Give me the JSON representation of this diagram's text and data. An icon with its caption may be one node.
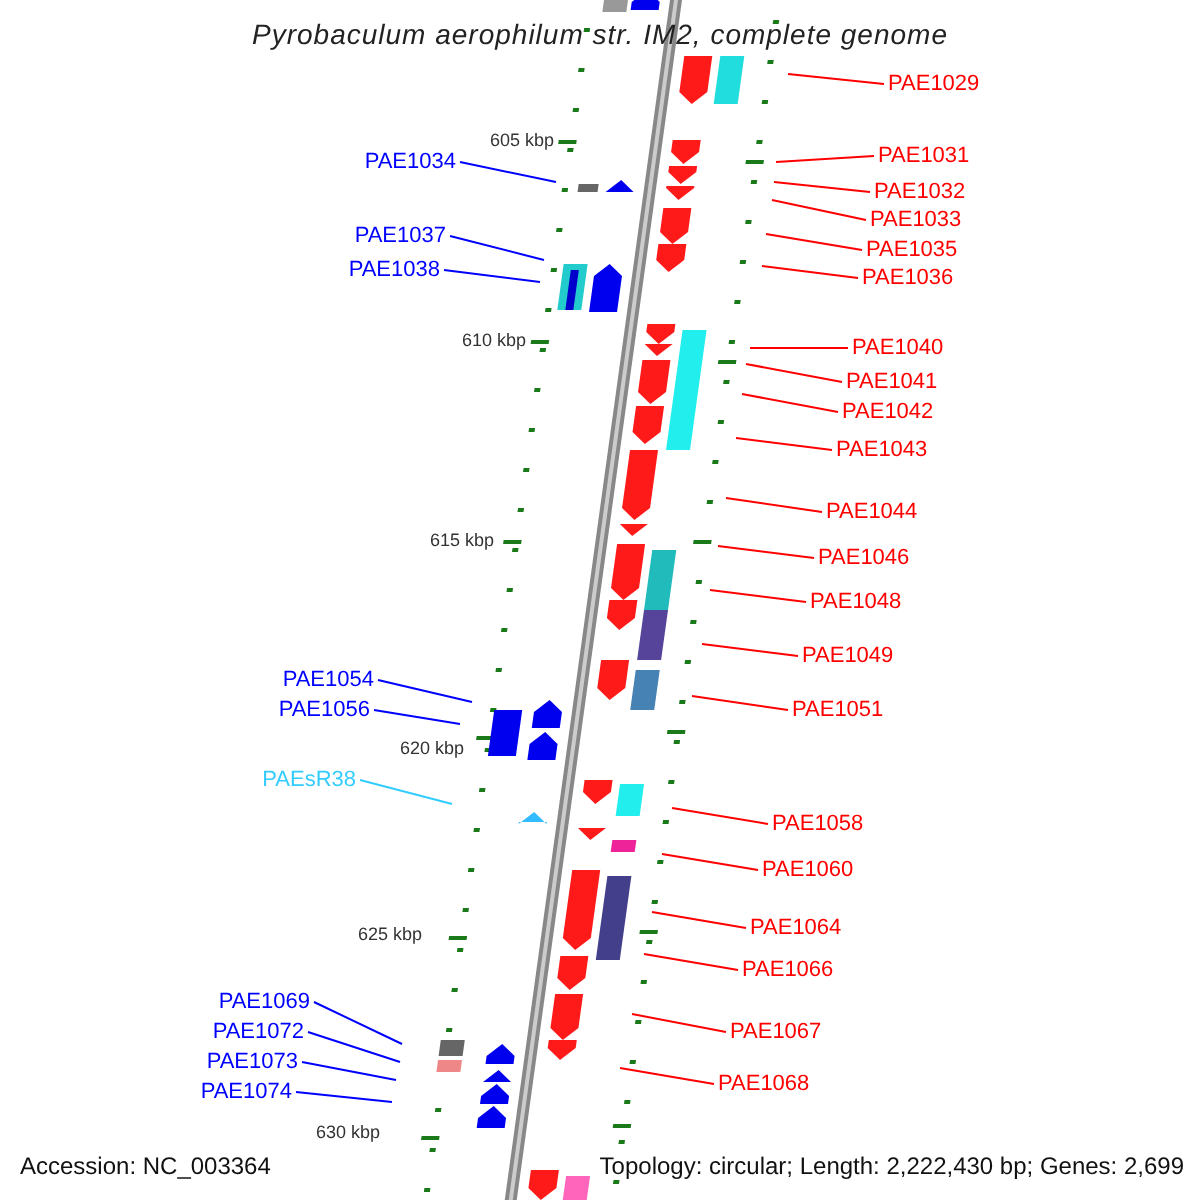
{
  "diagram": {
    "title": "Pyrobaculum aerophilum str. IM2, complete genome",
    "nodes": [
      {
        "text": [
          "PAE1029"
        ]
      },
      {
        "text": [
          "PAE1031"
        ]
      },
      {
        "text": [
          "PAE1034"
        ]
      },
      {
        "text": [
          "PAE1032"
        ]
      },
      {
        "text": [
          "PAE1033"
        ]
      },
      {
        "text": [
          "PAE1037"
        ]
      },
      {
        "text": [
          "PAE1035"
        ]
      },
      {
        "text": [
          "PAE1038"
        ]
      },
      {
        "text": [
          "PAE1036"
        ]
      },
      {
        "text": [
          "PAE1040"
        ]
      },
      {
        "text": [
          "PAE1041"
        ]
      },
      {
        "text": [
          "PAE1042"
        ]
      },
      {
        "text": [
          "PAE1043"
        ]
      },
      {
        "text": [
          "PAE1044"
        ]
      },
      {
        "text": [
          "PAE1046"
        ]
      },
      {
        "text": [
          "PAE1048"
        ]
      },
      {
        "text": [
          "PAE1049"
        ]
      },
      {
        "text": [
          "PAE1054"
        ]
      },
      {
        "text": [
          "PAE1051"
        ]
      },
      {
        "text": [
          "PAE1056"
        ]
      },
      {
        "text": [
          "PAEsR38"
        ]
      },
      {
        "text": [
          "PAE1058"
        ]
      },
      {
        "text": [
          "PAE1060"
        ]
      },
      {
        "text": [
          "PAE1064"
        ]
      },
      {
        "text": [
          "PAE1066"
        ]
      },
      {
        "text": [
          "PAE1069"
        ]
      },
      {
        "text": [
          "PAE1067"
        ]
      },
      {
        "text": [
          "PAE1072"
        ]
      },
      {
        "text": [
          "PAE1073"
        ]
      },
      {
        "text": [
          "PAE1068"
        ]
      },
      {
        "text": [
          "PAE1074"
        ]
      }
    ],
    "edges": [
      {
        "from": 0,
        "to": null,
        "arrow": "none"
      },
      {
        "from": 1,
        "to": null,
        "arrow": "none"
      },
      {
        "from": 2,
        "to": null,
        "arrow": "none",
        "color": "#0000ff"
      },
      {
        "from": 3,
        "to": null,
        "arrow": "none"
      },
      {
        "from": 4,
        "to": null,
        "arrow": "none"
      },
      {
        "from": 5,
        "to": null,
        "arrow": "none",
        "color": "#0000ff"
      },
      {
        "from": 6,
        "to": null,
        "arrow": "none"
      },
      {
        "from": 7,
        "to": null,
        "arrow": "none",
        "color": "#0000ff"
      },
      {
        "from": 8,
        "to": null,
        "arrow": "none"
      },
      {
        "from": 9,
        "to": null,
        "arrow": "none"
      },
      {
        "from": 10,
        "to": null,
        "arrow": "none"
      },
      {
        "from": 11,
        "to": null,
        "arrow": "none"
      },
      {
        "from": 12,
        "to": null,
        "arrow": "none"
      },
      {
        "from": 13,
        "to": null,
        "arrow": "none"
      },
      {
        "from": 14,
        "to": null,
        "arrow": "none"
      },
      {
        "from": 15,
        "to": null,
        "arrow": "none"
      },
      {
        "from": 16,
        "to": null,
        "arrow": "none"
      },
      {
        "from": 17,
        "to": null,
        "arrow": "none",
        "color": "#0000ff"
      },
      {
        "from": 18,
        "to": null,
        "arrow": "none"
      },
      {
        "from": 19,
        "to": null,
        "arrow": "none",
        "color": "#0000ff"
      },
      {
        "from": 20,
        "to": null,
        "arrow": "none",
        "color": "#33ccff"
      },
      {
        "from": 21,
        "to": null,
        "arrow": "none"
      },
      {
        "from": 22,
        "to": null,
        "arrow": "none"
      },
      {
        "from": 23,
        "to": null,
        "arrow": "none"
      },
      {
        "from": 24,
        "to": null,
        "arrow": "none"
      },
      {
        "from": 25,
        "to": null,
        "arrow": "none",
        "color": "#0000ff"
      },
      {
        "from": 26,
        "to": null,
        "arrow": "none"
      },
      {
        "from": 27,
        "to": null,
        "arrow": "none",
        "color": "#0000ff"
      },
      {
        "from": 28,
        "to": null,
        "arrow": "none",
        "color": "#0000ff"
      },
      {
        "from": 29,
        "to": null,
        "arrow": "none"
      },
      {
        "from": 30,
        "to": null,
        "arrow": "none",
        "color": "#0000ff"
      }
    ],
    "labels": [
      "605 kbp",
      "610 kbp",
      "615 kbp",
      "620 kbp",
      "625 kbp",
      "630 kbp",
      "Accession: NC_003364",
      "Topology: circular; Length: 2,222,430 bp; Genes: 2,699"
    ]
  }
}
